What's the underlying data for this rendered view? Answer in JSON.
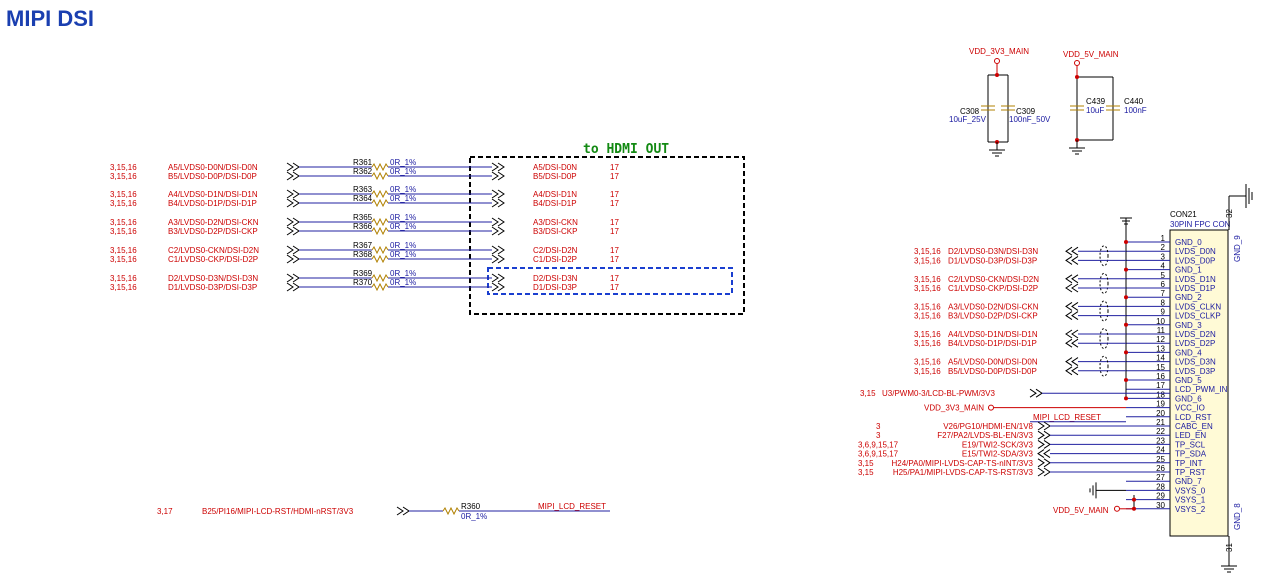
{
  "title": "MIPI DSI",
  "hdmi_label": "to HDMI OUT",
  "power": {
    "vdd3v3": "VDD_3V3_MAIN",
    "vdd5v": "VDD_5V_MAIN",
    "caps": [
      {
        "ref": "C308",
        "val": "10uF_25V"
      },
      {
        "ref": "C309",
        "val": "100nF_50V"
      },
      {
        "ref": "C439",
        "val": "10uF"
      },
      {
        "ref": "C440",
        "val": "100nF"
      }
    ]
  },
  "left_signals": [
    {
      "sheets": "3,15,16",
      "net": "A5/LVDS0-D0N/DSI-D0N",
      "res": "R361",
      "val": "0R_1%",
      "out": "A5/DSI-D0N",
      "page": "17"
    },
    {
      "sheets": "3,15,16",
      "net": "B5/LVDS0-D0P/DSI-D0P",
      "res": "R362",
      "val": "0R_1%",
      "out": "B5/DSI-D0P",
      "page": "17"
    },
    {
      "sheets": "3,15,16",
      "net": "A4/LVDS0-D1N/DSI-D1N",
      "res": "R363",
      "val": "0R_1%",
      "out": "A4/DSI-D1N",
      "page": "17"
    },
    {
      "sheets": "3,15,16",
      "net": "B4/LVDS0-D1P/DSI-D1P",
      "res": "R364",
      "val": "0R_1%",
      "out": "B4/DSI-D1P",
      "page": "17"
    },
    {
      "sheets": "3,15,16",
      "net": "A3/LVDS0-D2N/DSI-CKN",
      "res": "R365",
      "val": "0R_1%",
      "out": "A3/DSI-CKN",
      "page": "17"
    },
    {
      "sheets": "3,15,16",
      "net": "B3/LVDS0-D2P/DSI-CKP",
      "res": "R366",
      "val": "0R_1%",
      "out": "B3/DSI-CKP",
      "page": "17"
    },
    {
      "sheets": "3,15,16",
      "net": "C2/LVDS0-CKN/DSI-D2N",
      "res": "R367",
      "val": "0R_1%",
      "out": "C2/DSI-D2N",
      "page": "17"
    },
    {
      "sheets": "3,15,16",
      "net": "C1/LVDS0-CKP/DSI-D2P",
      "res": "R368",
      "val": "0R_1%",
      "out": "C1/DSI-D2P",
      "page": "17"
    },
    {
      "sheets": "3,15,16",
      "net": "D2/LVDS0-D3N/DSI-D3N",
      "res": "R369",
      "val": "0R_1%",
      "out": "D2/DSI-D3N",
      "page": "17"
    },
    {
      "sheets": "3,15,16",
      "net": "D1/LVDS0-D3P/DSI-D3P",
      "res": "R370",
      "val": "0R_1%",
      "out": "D1/DSI-D3P",
      "page": "17"
    }
  ],
  "reset": {
    "sheets": "3,17",
    "net": "B25/PI16/MIPI-LCD-RST/HDMI-nRST/3V3",
    "res": "R360",
    "val": "0R_1%",
    "out": "MIPI_LCD_RESET"
  },
  "connector": {
    "ref": "CON21",
    "desc": "30PIN FPC CON",
    "gnd9": "GND_9",
    "gnd8": "GND_8",
    "pin32": "32",
    "pin31": "31",
    "pins": [
      {
        "n": "1",
        "name": "GND_0"
      },
      {
        "n": "2",
        "name": "LVDS_D0N"
      },
      {
        "n": "3",
        "name": "LVDS_D0P"
      },
      {
        "n": "4",
        "name": "GND_1"
      },
      {
        "n": "5",
        "name": "LVDS_D1N"
      },
      {
        "n": "6",
        "name": "LVDS_D1P"
      },
      {
        "n": "7",
        "name": "GND_2"
      },
      {
        "n": "8",
        "name": "LVDS_CLKN"
      },
      {
        "n": "9",
        "name": "LVDS_CLKP"
      },
      {
        "n": "10",
        "name": "GND_3"
      },
      {
        "n": "11",
        "name": "LVDS_D2N"
      },
      {
        "n": "12",
        "name": "LVDS_D2P"
      },
      {
        "n": "13",
        "name": "GND_4"
      },
      {
        "n": "14",
        "name": "LVDS_D3N"
      },
      {
        "n": "15",
        "name": "LVDS_D3P"
      },
      {
        "n": "16",
        "name": "GND_5"
      },
      {
        "n": "17",
        "name": "LCD_PWM_IN"
      },
      {
        "n": "18",
        "name": "GND_6"
      },
      {
        "n": "19",
        "name": "VCC_IO"
      },
      {
        "n": "20",
        "name": "LCD_RST"
      },
      {
        "n": "21",
        "name": "CABC_EN"
      },
      {
        "n": "22",
        "name": "LED_EN"
      },
      {
        "n": "23",
        "name": "TP_SCL"
      },
      {
        "n": "24",
        "name": "TP_SDA"
      },
      {
        "n": "25",
        "name": "TP_INT"
      },
      {
        "n": "26",
        "name": "TP_RST"
      },
      {
        "n": "27",
        "name": "GND_7"
      },
      {
        "n": "28",
        "name": "VSYS_0"
      },
      {
        "n": "29",
        "name": "VSYS_1"
      },
      {
        "n": "30",
        "name": "VSYS_2"
      }
    ]
  },
  "right_signals": [
    {
      "sheets": "3,15,16",
      "net": "D2/LVDS0-D3N/DSI-D3N"
    },
    {
      "sheets": "3,15,16",
      "net": "D1/LVDS0-D3P/DSI-D3P"
    },
    {
      "sheets": "3,15,16",
      "net": "C2/LVDS0-CKN/DSI-D2N"
    },
    {
      "sheets": "3,15,16",
      "net": "C1/LVDS0-CKP/DSI-D2P"
    },
    {
      "sheets": "3,15,16",
      "net": "A3/LVDS0-D2N/DSI-CKN"
    },
    {
      "sheets": "3,15,16",
      "net": "B3/LVDS0-D2P/DSI-CKP"
    },
    {
      "sheets": "3,15,16",
      "net": "A4/LVDS0-D1N/DSI-D1N"
    },
    {
      "sheets": "3,15,16",
      "net": "B4/LVDS0-D1P/DSI-D1P"
    },
    {
      "sheets": "3,15,16",
      "net": "A5/LVDS0-D0N/DSI-D0N"
    },
    {
      "sheets": "3,15,16",
      "net": "B5/LVDS0-D0P/DSI-D0P"
    }
  ],
  "pwm": {
    "sheets": "3,15",
    "net": "U3/PWM0-3/LCD-BL-PWM/3V3"
  },
  "vcc_io_net": "VDD_3V3_MAIN",
  "lcd_rst_net": "MIPI_LCD_RESET",
  "control_signals": [
    {
      "sheets": "3",
      "net": "V26/PG10/HDMI-EN/1V8"
    },
    {
      "sheets": "3",
      "net": "F27/PA2/LVDS-BL-EN/3V3"
    },
    {
      "sheets": "3,6,9,15,17",
      "net": "E19/TWI2-SCK/3V3"
    },
    {
      "sheets": "3,6,9,15,17",
      "net": "E15/TWI2-SDA/3V3"
    },
    {
      "sheets": "3,15",
      "net": "H24/PA0/MIPI-LVDS-CAP-TS-nINT/3V3"
    },
    {
      "sheets": "3,15",
      "net": "H25/PA1/MIPI-LVDS-CAP-TS-RST/3V3"
    }
  ],
  "vsys_net": "VDD_5V_MAIN"
}
